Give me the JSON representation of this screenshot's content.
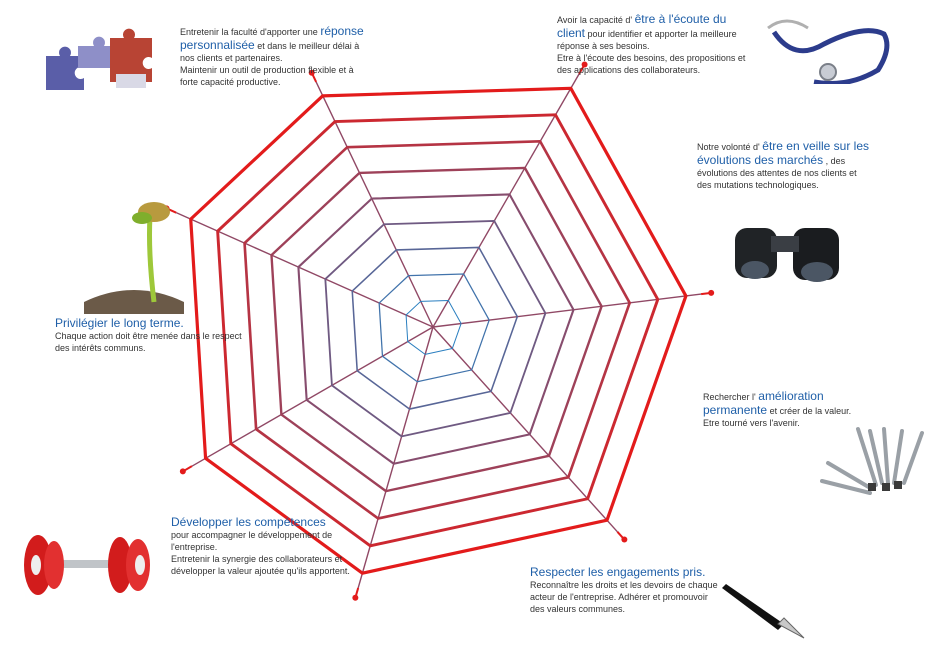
{
  "blocks": {
    "reponse": {
      "pre": "Entretenir la faculté d'apporter une",
      "hl": "réponse personnalisée",
      "post": "et dans le meilleur délai à nos clients et partenaires.",
      "extra": "Maintenir un outil de production flexible et à forte capacité productive."
    },
    "ecoute": {
      "pre": "Avoir la capacité d'",
      "hl": "être à l'écoute du client",
      "post": "pour identifier et apporter la meilleure réponse à ses besoins.",
      "extra": "Etre à l'écoute des besoins, des propositions et des applications des collaborateurs."
    },
    "veille": {
      "pre": "Notre volonté d'",
      "hl": "être en veille sur les évolutions des marchés",
      "post": ", des évolutions des attentes de nos clients et des mutations technologiques."
    },
    "amelioration": {
      "pre": "Rechercher l'",
      "hl": "amélioration permanente",
      "post": "et créer de la valeur.",
      "extra": "Etre tourné vers l'avenir."
    },
    "engagements": {
      "hl": "Respecter les engagements pris.",
      "post": "Reconnaître les droits et les devoirs de chaque acteur de l'entreprise. Adhérer et promouvoir des valeurs communes."
    },
    "competences": {
      "hl": "Développer les compétences",
      "post": "pour accompagner le développement de l'entreprise.",
      "extra": "Entretenir la synergie des collaborateurs et développer la valeur ajoutée qu'ils apportent."
    },
    "longterme": {
      "hl": "Privilégier le long terme.",
      "post": "Chaque action doit être menée dans le respect des intérêts communs."
    }
  },
  "icons": [
    "puzzle-icon",
    "stethoscope-icon",
    "binoculars-icon",
    "wrench-set-icon",
    "fountain-pen-icon",
    "dumbbell-icon",
    "sprout-icon"
  ],
  "colors": {
    "outer": "#e31b1b",
    "inner": "#2a7fc0",
    "text_highlight": "#1f5fa8"
  }
}
